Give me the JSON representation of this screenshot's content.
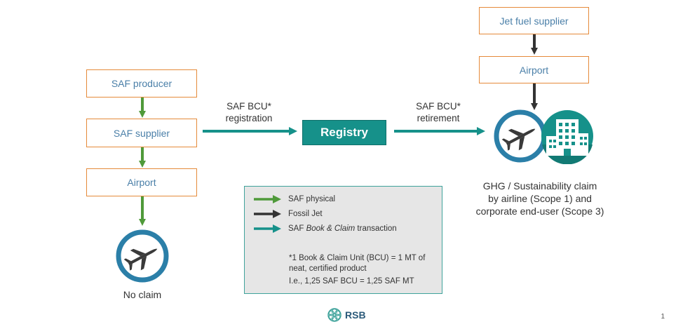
{
  "boxes": {
    "saf_producer": "SAF producer",
    "saf_supplier": "SAF supplier",
    "airport_left": "Airport",
    "jet_fuel_supplier": "Jet fuel supplier",
    "airport_right": "Airport",
    "registry": "Registry"
  },
  "labels": {
    "registration_line1": "SAF BCU*",
    "registration_line2": "registration",
    "retirement_line1": "SAF BCU*",
    "retirement_line2": "retirement",
    "no_claim": "No claim",
    "claim_line1": "GHG / Sustainability claim",
    "claim_line2": "by airline (Scope 1) and",
    "claim_line3": "corporate end-user (Scope 3)"
  },
  "legend": {
    "saf_physical": "SAF physical",
    "fossil_jet": "Fossil Jet",
    "bc_prefix": "SAF ",
    "bc_italic": "Book & Claim",
    "bc_suffix": " transaction",
    "note_line1": "*1 Book & Claim Unit (BCU) = 1 MT of",
    "note_line2": "neat, certified product",
    "note_line3": "I.e., 1,25 SAF BCU = 1,25 SAF MT"
  },
  "footer": {
    "logo_text": "RSB",
    "page_number": "1"
  },
  "colors": {
    "green_arrow": "#4f9a3a",
    "black_arrow": "#333333",
    "teal_arrow": "#16918a",
    "box_border": "#e58a3a",
    "box_text": "#4a7fa8",
    "icon_circle": "#2b7fa8",
    "building_circle": "#16918a"
  },
  "icons": [
    "airplane-icon",
    "building-icon",
    "rsb-logo-icon"
  ]
}
